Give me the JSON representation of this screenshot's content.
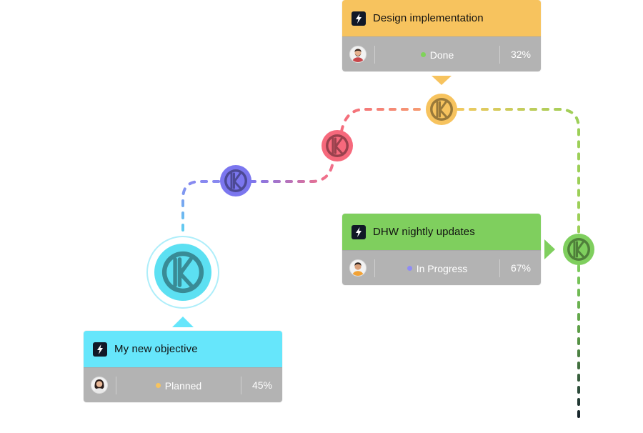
{
  "colors": {
    "yellow": "#f7c35e",
    "pink": "#f6697c",
    "purple": "#7b76ef",
    "cyan": "#5ce0f2",
    "green": "#7fcf5e",
    "footer": "#b3b3b3"
  },
  "cards": [
    {
      "key": "design",
      "title": "Design implementation",
      "status": "Done",
      "status_color": "#7fd35a",
      "progress_label": "32%",
      "progress": 0.32,
      "header_color": "#f7c35e",
      "icon": "bolt-icon"
    },
    {
      "key": "dhw",
      "title": "DHW nightly updates",
      "status": "In Progress",
      "status_color": "#8f8cf5",
      "progress_label": "67%",
      "progress": 0.67,
      "header_color": "#7fcf5e",
      "icon": "bolt-icon"
    },
    {
      "key": "objective",
      "title": "My new objective",
      "status": "Planned",
      "status_color": "#f7c35e",
      "progress_label": "45%",
      "progress": 0.45,
      "header_color": "#66e6fb",
      "icon": "bolt-icon"
    }
  ],
  "nodes": [
    {
      "key": "cyan",
      "color": "#5ce0f2",
      "icon": "k-logo-icon"
    },
    {
      "key": "purple",
      "color": "#7b76ef",
      "icon": "k-logo-icon"
    },
    {
      "key": "pink",
      "color": "#f6697c",
      "icon": "k-logo-icon"
    },
    {
      "key": "yellow",
      "color": "#f7c35e",
      "icon": "k-logo-icon"
    },
    {
      "key": "green",
      "color": "#7fcf5e",
      "icon": "k-logo-icon"
    }
  ]
}
